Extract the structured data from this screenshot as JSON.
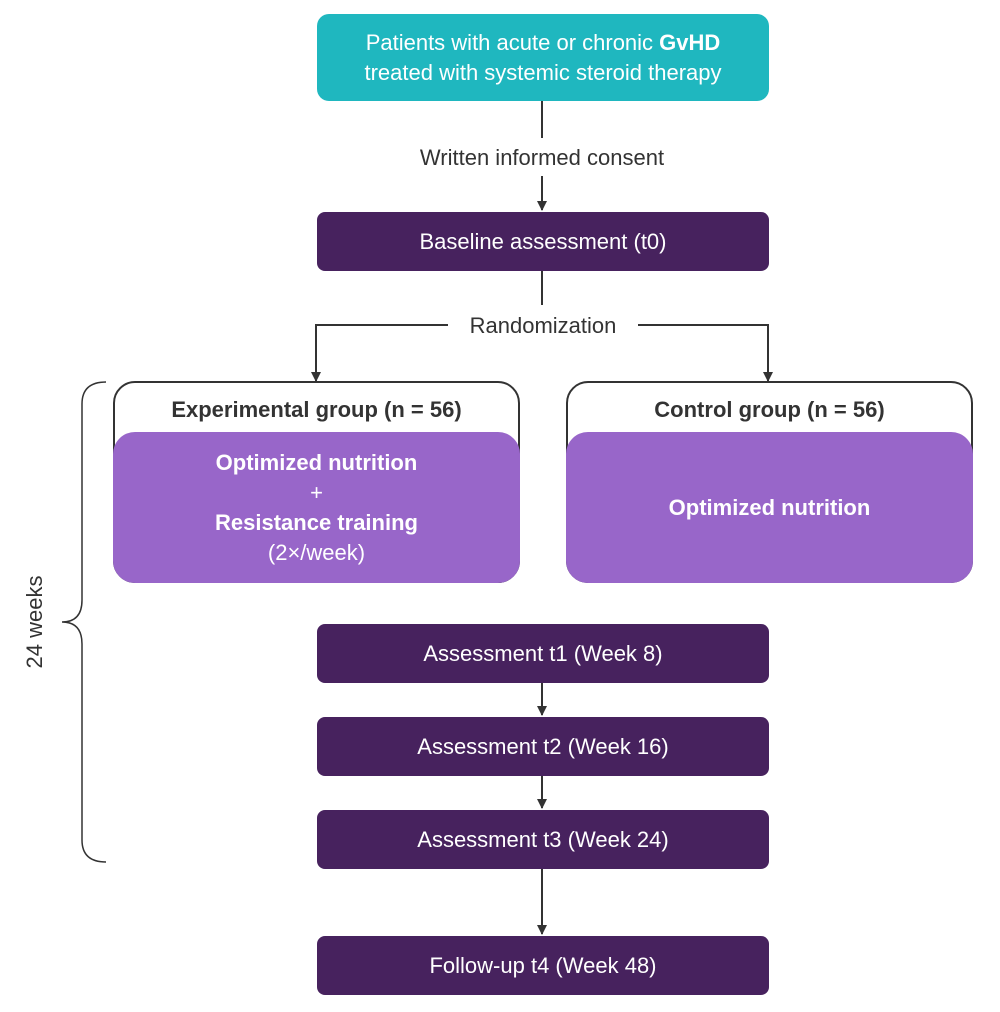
{
  "start": {
    "line1_prefix": "Patients with acute or chronic ",
    "line1_bold": "GvHD",
    "line2": "treated with systemic steroid therapy"
  },
  "consent_label": "Written informed consent",
  "baseline": "Baseline assessment (t0)",
  "randomization_label": "Randomization",
  "experimental": {
    "title": "Experimental group (n = 56)",
    "line1": "Optimized nutrition",
    "plus": "+",
    "line2": "Resistance training",
    "line3": "(2×/week)"
  },
  "control": {
    "title": "Control group (n = 56)",
    "line1": "Optimized nutrition"
  },
  "duration_label": "24 weeks",
  "assessments": [
    "Assessment t1 (Week 8)",
    "Assessment t2 (Week 16)",
    "Assessment t3 (Week 24)"
  ],
  "followup": "Follow-up t4 (Week 48)",
  "colors": {
    "teal": "#1fb7bf",
    "dark_purple": "#47225e",
    "light_purple": "#9866c9",
    "line": "#333333"
  }
}
